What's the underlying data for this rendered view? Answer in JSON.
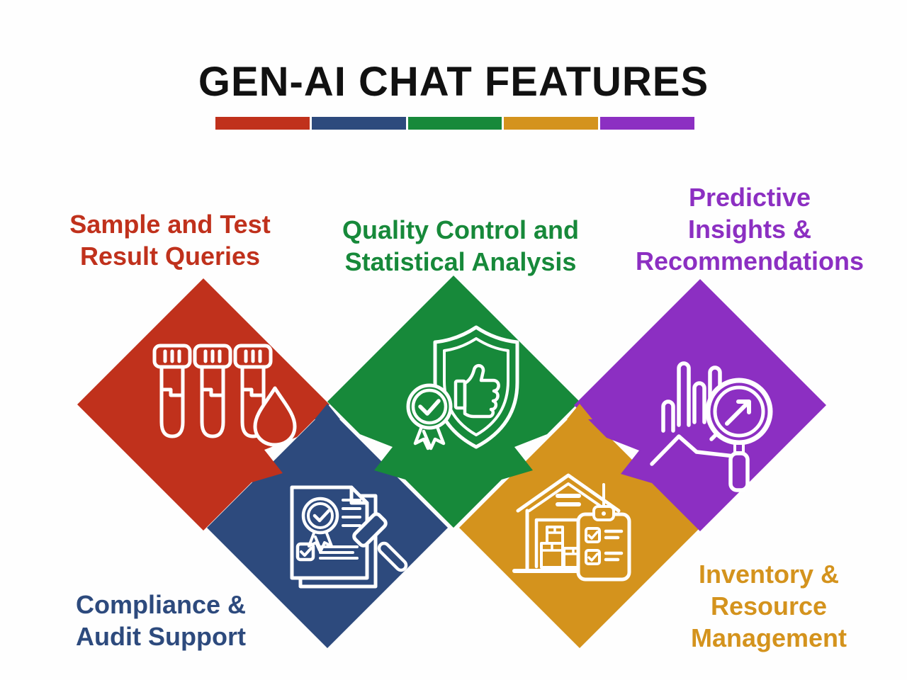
{
  "title": "GEN-AI CHAT FEATURES",
  "divider_colors": [
    "#c0311c",
    "#2d4a7d",
    "#17893a",
    "#d4931d",
    "#8c2fc2"
  ],
  "features": [
    {
      "label_lines": [
        "Sample and Test",
        "Result Queries"
      ],
      "color": "#c0311c",
      "icon": "test-tubes-icon"
    },
    {
      "label_lines": [
        "Quality Control and",
        "Statistical Analysis"
      ],
      "color": "#17893a",
      "icon": "quality-shield-icon"
    },
    {
      "label_lines": [
        "Predictive",
        "Insights &",
        "Recommendations"
      ],
      "color": "#8c2fc2",
      "icon": "analytics-magnifier-icon"
    },
    {
      "label_lines": [
        "Compliance &",
        "Audit Support"
      ],
      "color": "#2d4a7d",
      "icon": "certificate-gavel-icon"
    },
    {
      "label_lines": [
        "Inventory &",
        "Resource",
        "Management"
      ],
      "color": "#d4931d",
      "icon": "warehouse-clipboard-icon"
    }
  ]
}
